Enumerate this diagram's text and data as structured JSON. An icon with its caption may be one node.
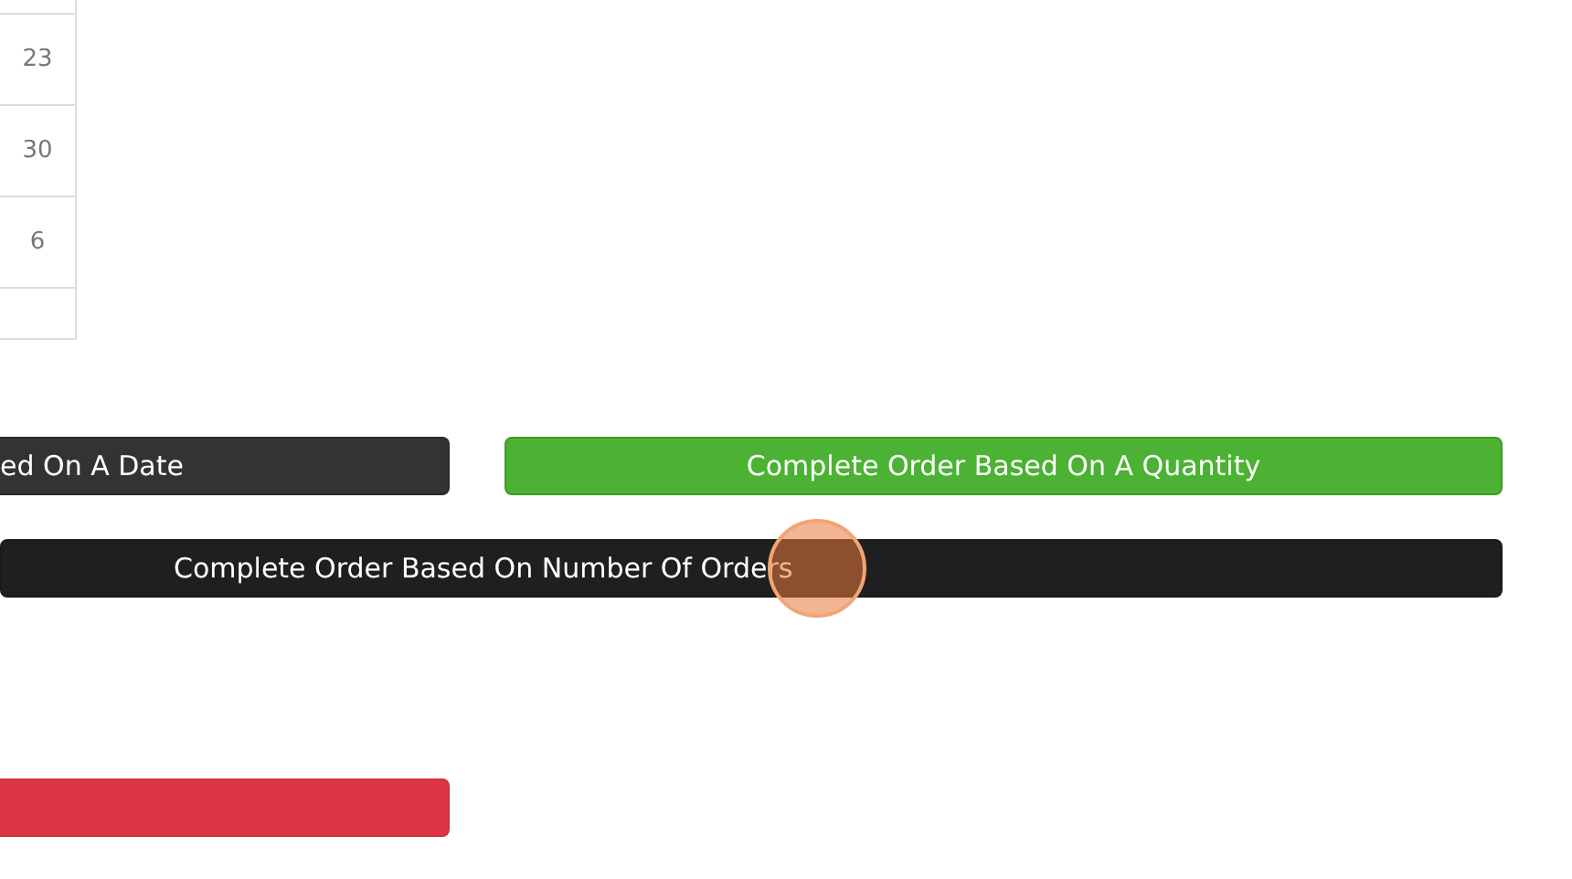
{
  "diagram": {
    "nodes": [
      {
        "text": [
          "ed On A Date"
        ]
      },
      {
        "text": [
          "Complete Order Based On A Quantity"
        ]
      },
      {
        "text": [
          "Complete Order Based On Number Of Orders"
        ]
      },
      {
        "text": [],
        "shape": "bar"
      }
    ],
    "labels": [
      "23",
      "30",
      "6"
    ]
  }
}
